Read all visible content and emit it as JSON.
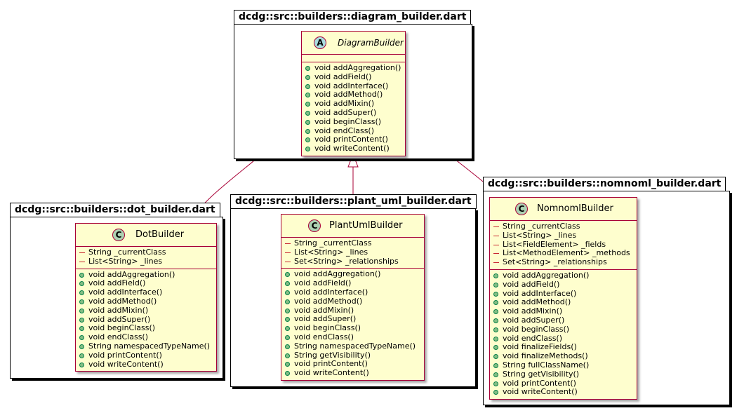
{
  "packages": {
    "diagram": "dcdg::src::builders::diagram_builder.dart",
    "dot": "dcdg::src::builders::dot_builder.dart",
    "plant": "dcdg::src::builders::plant_uml_builder.dart",
    "nomnoml": "dcdg::src::builders::nomnoml_builder.dart"
  },
  "classes": {
    "diagram_builder": {
      "stereotype_letter": "A",
      "name": "DiagramBuilder",
      "fields": [],
      "methods": [
        "void addAggregation()",
        "void addField()",
        "void addInterface()",
        "void addMethod()",
        "void addMixin()",
        "void addSuper()",
        "void beginClass()",
        "void endClass()",
        "void printContent()",
        "void writeContent()"
      ]
    },
    "dot_builder": {
      "stereotype_letter": "C",
      "name": "DotBuilder",
      "fields": [
        "String _currentClass",
        "List<String> _lines"
      ],
      "methods": [
        "void addAggregation()",
        "void addField()",
        "void addInterface()",
        "void addMethod()",
        "void addMixin()",
        "void addSuper()",
        "void beginClass()",
        "void endClass()",
        "String namespacedTypeName()",
        "void printContent()",
        "void writeContent()"
      ]
    },
    "plant_uml_builder": {
      "stereotype_letter": "C",
      "name": "PlantUmlBuilder",
      "fields": [
        "String _currentClass",
        "List<String> _lines",
        "Set<String> _relationships"
      ],
      "methods": [
        "void addAggregation()",
        "void addField()",
        "void addInterface()",
        "void addMethod()",
        "void addMixin()",
        "void addSuper()",
        "void beginClass()",
        "void endClass()",
        "String namespacedTypeName()",
        "String getVisibility()",
        "void printContent()",
        "void writeContent()"
      ]
    },
    "nomnoml_builder": {
      "stereotype_letter": "C",
      "name": "NomnomlBuilder",
      "fields": [
        "String _currentClass",
        "List<String> _lines",
        "List<FieldElement> _fields",
        "List<MethodElement> _methods",
        "Set<String> _relationships"
      ],
      "methods": [
        "void addAggregation()",
        "void addField()",
        "void addInterface()",
        "void addMethod()",
        "void addMixin()",
        "void addSuper()",
        "void beginClass()",
        "void endClass()",
        "void finalizeFields()",
        "void finalizeMethods()",
        "String fullClassName()",
        "String getVisibility()",
        "void printContent()",
        "void writeContent()"
      ]
    }
  },
  "colors": {
    "class_fill": "#fefece",
    "class_border": "#a80036",
    "class_badge": "#add1b2",
    "abstract_badge": "#a9dcdf",
    "public_marker": "#84be84",
    "private_marker": "#c82930"
  }
}
